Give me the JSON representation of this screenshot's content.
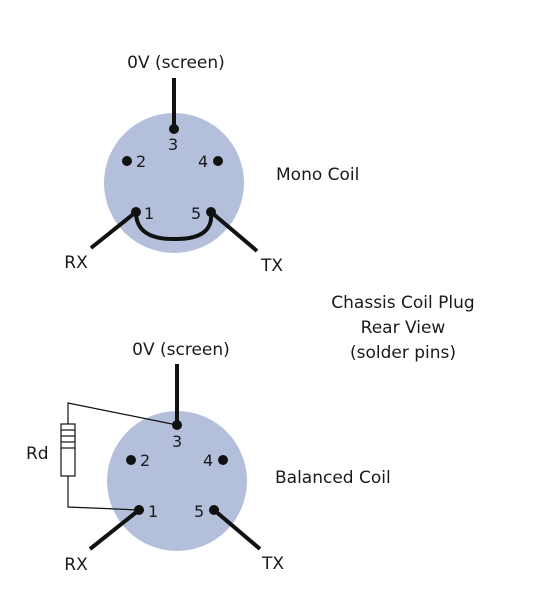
{
  "diagram": {
    "caption": {
      "line1": "Chassis Coil Plug",
      "line2": "Rear View",
      "line3": "(solder pins)"
    },
    "connectors": [
      {
        "name": "Mono Coil",
        "screen_label": "0V (screen)",
        "rx_label": "RX",
        "tx_label": "TX",
        "pins": [
          "1",
          "2",
          "3",
          "4",
          "5"
        ]
      },
      {
        "name": "Balanced Coil",
        "screen_label": "0V (screen)",
        "rx_label": "RX",
        "tx_label": "TX",
        "resistor_label": "Rd",
        "pins": [
          "1",
          "2",
          "3",
          "4",
          "5"
        ]
      }
    ],
    "colors": {
      "plug_body": "#b3bfdb",
      "wire": "#111111"
    }
  }
}
